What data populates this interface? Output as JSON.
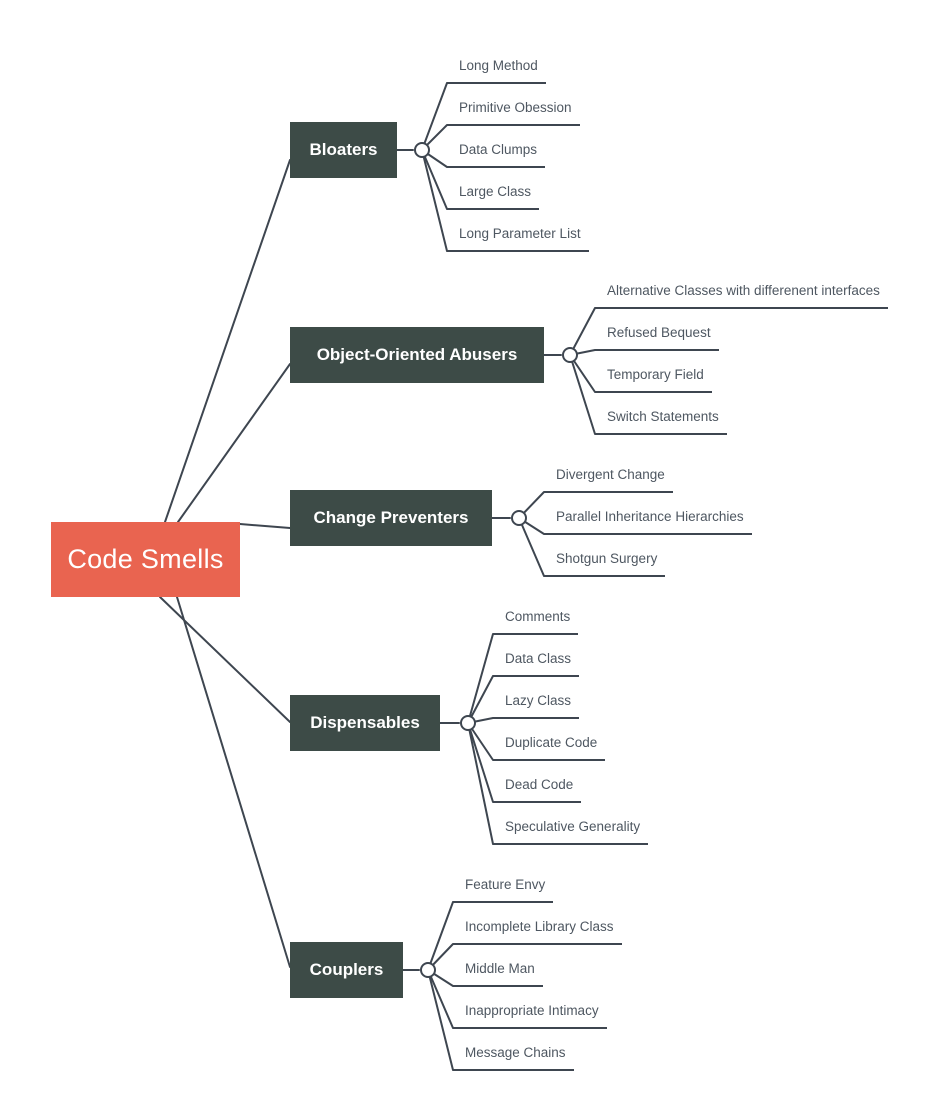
{
  "mindmap": {
    "root": {
      "label": "Code Smells"
    },
    "branches": [
      {
        "label": "Bloaters",
        "children": [
          "Long Method",
          "Primitive Obession",
          "Data Clumps",
          "Large Class",
          "Long Parameter List"
        ]
      },
      {
        "label": "Object-Oriented Abusers",
        "children": [
          "Alternative Classes with differenent interfaces",
          "Refused Bequest",
          "Temporary Field",
          "Switch Statements"
        ]
      },
      {
        "label": "Change Preventers",
        "children": [
          "Divergent Change",
          "Parallel Inheritance Hierarchies",
          "Shotgun Surgery"
        ]
      },
      {
        "label": "Dispensables",
        "children": [
          "Comments",
          "Data Class",
          "Lazy Class",
          "Duplicate Code",
          "Dead Code",
          "Speculative Generality"
        ]
      },
      {
        "label": "Couplers",
        "children": [
          "Feature Envy",
          "Incomplete Library Class",
          "Middle Man",
          "Inappropriate Intimacy",
          "Message Chains"
        ]
      }
    ],
    "colors": {
      "root_fill": "#E96450",
      "branch_fill": "#3D4B47",
      "connector_line": "#3E4650",
      "leaf_text": "#4E5761",
      "node_text": "#FFFFFF",
      "background": "#FFFFFF"
    }
  }
}
